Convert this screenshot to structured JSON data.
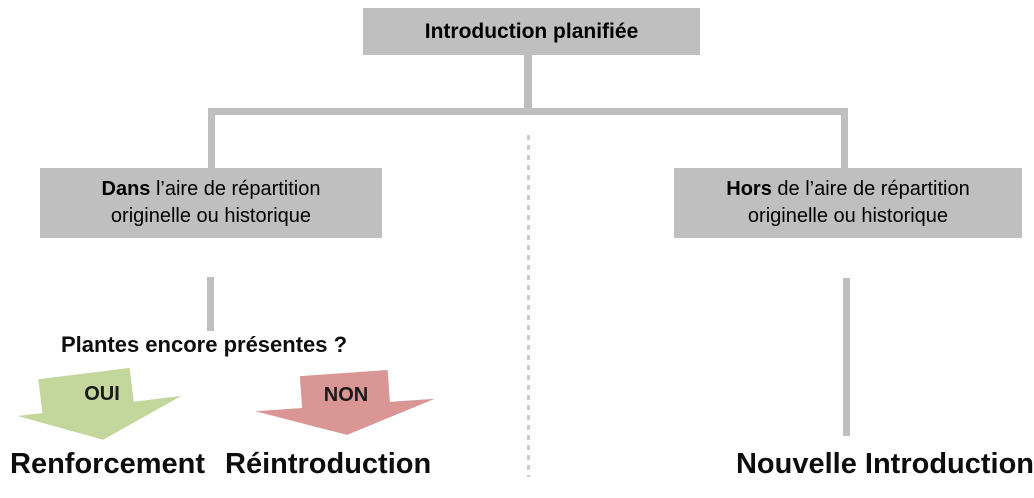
{
  "colors": {
    "node_fill": "#bfbfbf",
    "connector": "#bfbfbf",
    "divider_dash": "#cccccc",
    "yes_arrow": "#c3d69b",
    "no_arrow": "#d99694",
    "text": "#000000"
  },
  "root": {
    "label": "Introduction planifiée"
  },
  "branches": {
    "left": {
      "bold": "Dans",
      "rest": " l’aire de répartition",
      "line2": "originelle ou historique"
    },
    "right": {
      "bold": "Hors",
      "rest": " de l’aire de répartition",
      "line2": "originelle ou historique"
    }
  },
  "question": {
    "label": "Plantes encore présentes ?"
  },
  "answers": {
    "yes": "OUI",
    "no": "NON"
  },
  "outcomes": {
    "renforcement": "Renforcement",
    "reintroduction": "Réintroduction",
    "nouvelle_introduction": "Nouvelle Introduction"
  }
}
